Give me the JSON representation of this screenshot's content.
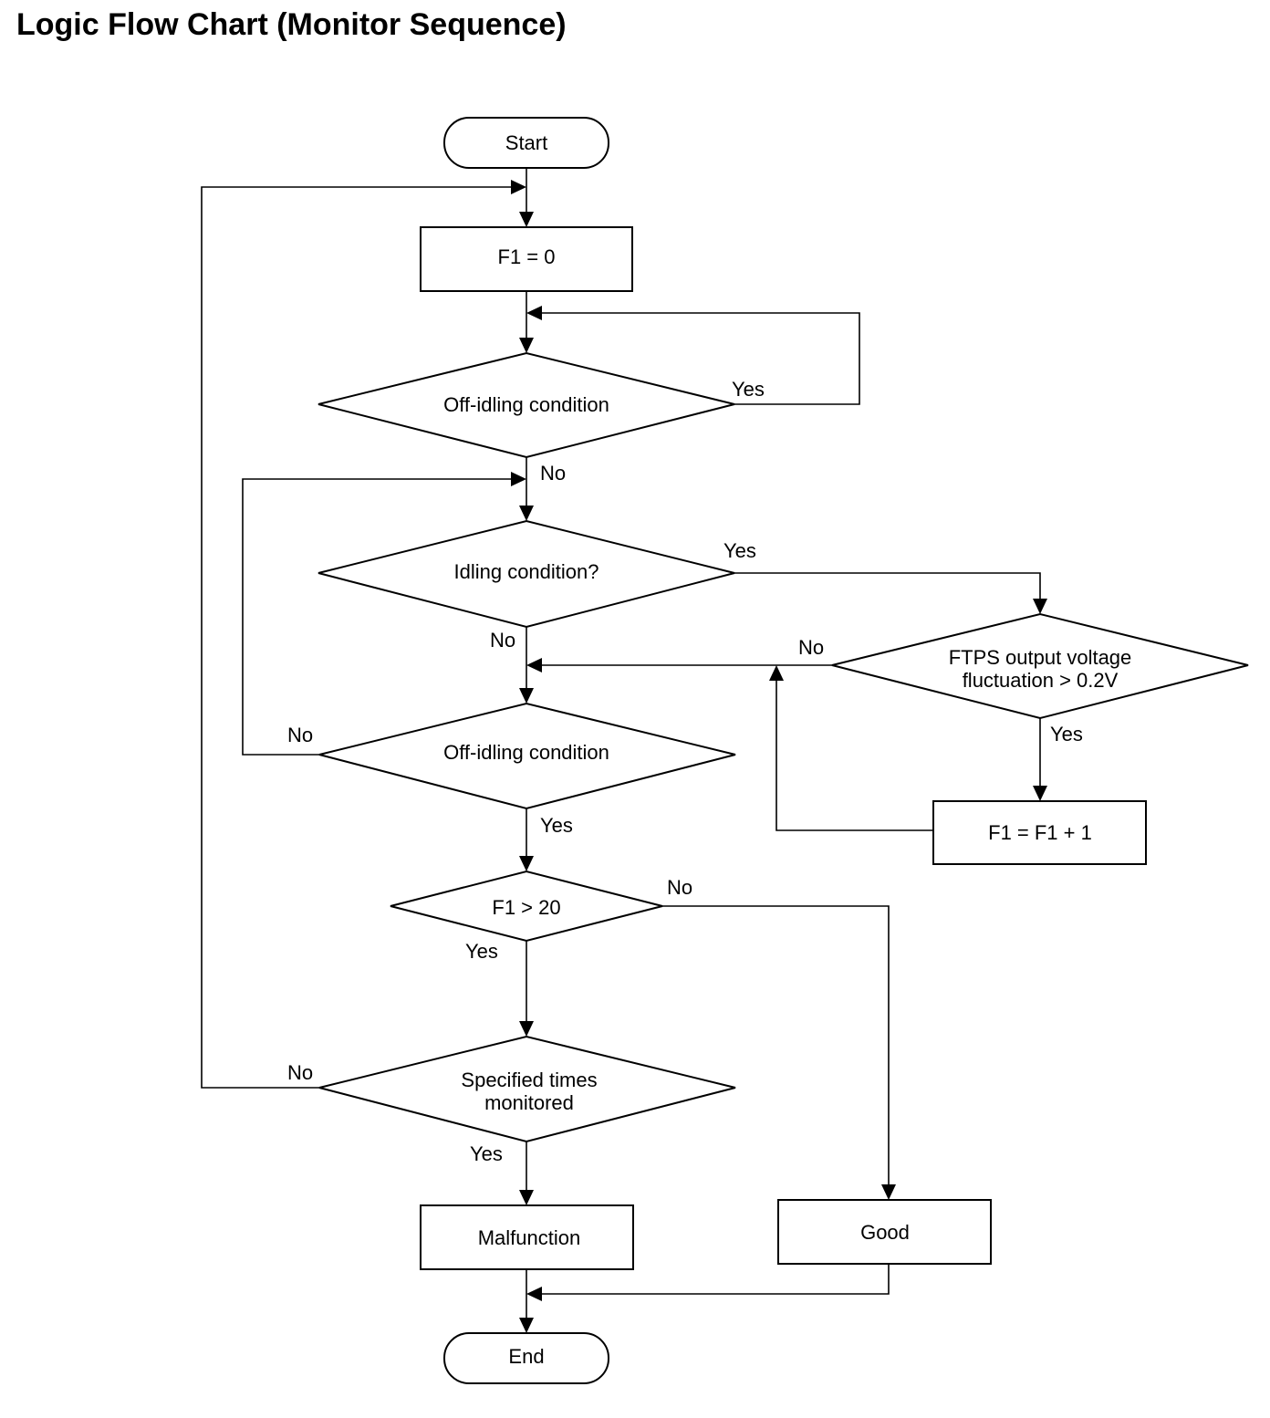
{
  "title": "Logic Flow Chart (Monitor Sequence)",
  "nodes": {
    "start": "Start",
    "f1_zero": "F1 = 0",
    "off_idling_1": "Off-idling condition",
    "idling": "Idling condition?",
    "ftps_line1": "FTPS output voltage",
    "ftps_line2": "fluctuation > 0.2V",
    "f1_increment": "F1 = F1 + 1",
    "off_idling_2": "Off-idling condition",
    "f1_gt_20": "F1 > 20",
    "specified_line1": "Specified times",
    "specified_line2": "monitored",
    "malfunction": "Malfunction",
    "good": "Good",
    "end": "End"
  },
  "labels": {
    "off1_yes": "Yes",
    "off1_no": "No",
    "idling_yes": "Yes",
    "idling_no": "No",
    "ftps_no": "No",
    "ftps_yes": "Yes",
    "off2_no": "No",
    "off2_yes": "Yes",
    "f1_no": "No",
    "f1_yes": "Yes",
    "spec_no": "No",
    "spec_yes": "Yes"
  }
}
